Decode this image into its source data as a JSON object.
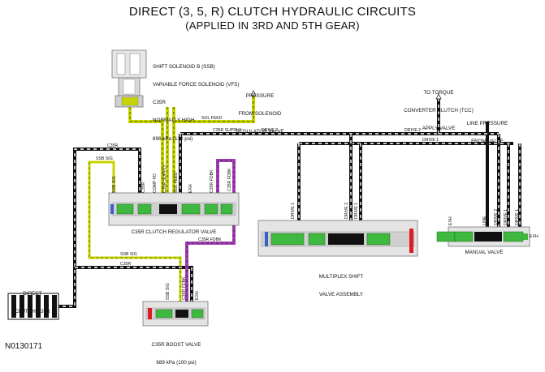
{
  "title": {
    "line1": "DIRECT (3, 5, R) CLUTCH HYDRAULIC CIRCUITS",
    "line2": "(APPLIED IN 3RD AND 5TH GEAR)"
  },
  "solenoid": {
    "lines": [
      "SHIFT SOLENOID B (SSB)",
      "VARIABLE FORCE SOLENOID (VFS)",
      "C35R",
      "NORMALLY HIGH",
      "896 kPa (130 psi)"
    ]
  },
  "callouts": {
    "pressure_from_solenoid": [
      "PRESSURE",
      "FROM SOLENOID",
      "REGULATOR VALVE"
    ],
    "to_tcc": [
      "TO TORQUE",
      "CONVERTER CLUTCH (TCC)",
      "APPLY VALVE"
    ],
    "line_pressure": [
      "LINE PRESSURE",
      "FROM VALVE"
    ]
  },
  "passages": {
    "sol_feed": "SOL FEED",
    "c35r_supply": "C35R SUPPLY",
    "drive2": "DRIVE 2",
    "drive1": "DRIVE 1",
    "c35r": "C35R",
    "ssb_sig": "SSB SIG",
    "c35r_fdbk": "C35R FDBK",
    "comp_fd": "COMP FD",
    "exh": "EXH",
    "line": "LINE"
  },
  "components": {
    "regulator_valve": "C35R CLUTCH REGULATOR VALVE",
    "multiplex": [
      "MULTIPLEX SHIFT",
      "VALVE ASSEMBLY"
    ],
    "manual_valve": "MANUAL VALVE",
    "boost_valve": [
      "C35R BOOST VALVE",
      "689 kPa (100 psi)"
    ],
    "direct_clutch": [
      "DIRECT",
      "CLUTCH C35R"
    ]
  },
  "figure_id": "N0130171",
  "colors": {
    "line_black": "#111111",
    "sol_yellow": "#c8d400",
    "fdbk_purple": "#a040b0",
    "valve_green": "#3fb83f",
    "valve_body": "#cfcfcf",
    "spring_red": "#e01b24",
    "exhaust_blue": "#3a5fcd"
  }
}
